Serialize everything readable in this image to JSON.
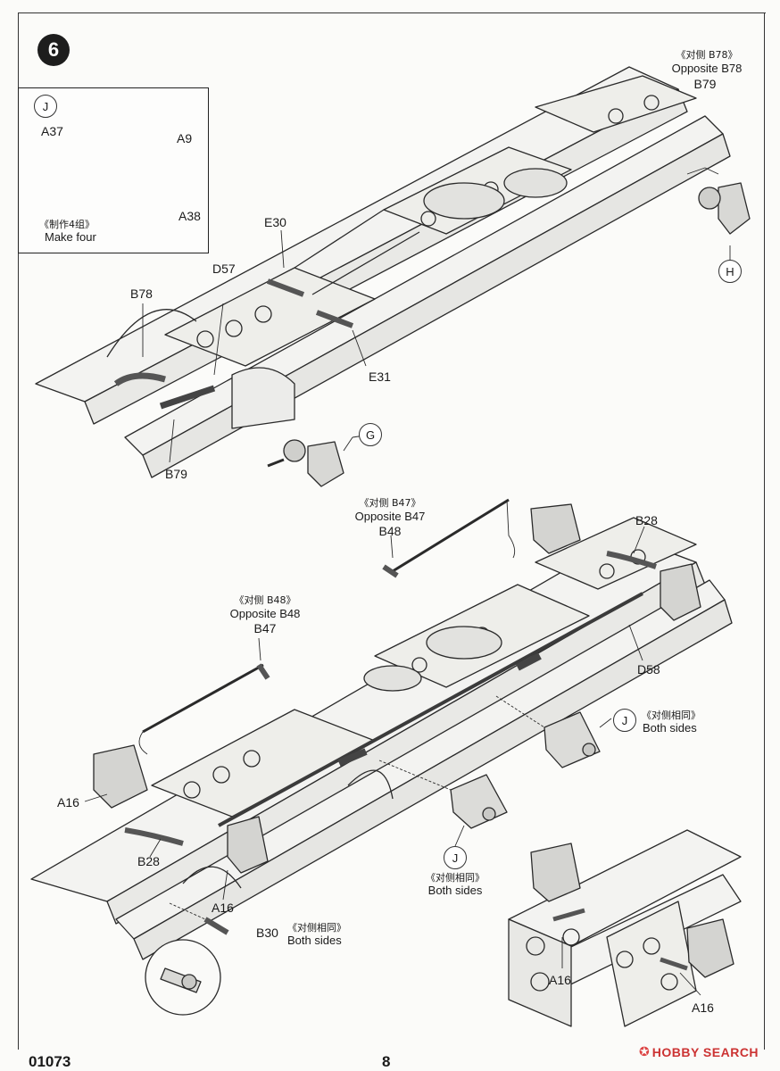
{
  "step": {
    "number": "6"
  },
  "inset": {
    "ref": "J",
    "parts": {
      "a37": "A37",
      "a9": "A9",
      "a38": "A38"
    },
    "note_cn": "《制作4组》",
    "note_en": "Make four"
  },
  "top_assembly": {
    "opposite_cn": "《对侧 B78》",
    "opposite_en": "Opposite B78",
    "b79_top": "B79",
    "ref_h": "H",
    "e30": "E30",
    "d57": "D57",
    "b78": "B78",
    "e31": "E31",
    "ref_g": "G",
    "b79_bottom": "B79"
  },
  "middle_assembly": {
    "opp_b47_cn": "《对侧 B47》",
    "opp_b47_en": "Opposite B47",
    "b48": "B48",
    "b28_top": "B28",
    "opp_b48_cn": "《对侧 B48》",
    "opp_b48_en": "Opposite B48",
    "b47": "B47",
    "d58": "D58",
    "ref_j_right": "J",
    "both_sides_cn_right": "《对侧相同》",
    "both_sides_en_right": "Both sides",
    "a16_left": "A16",
    "b28_bottom": "B28",
    "ref_j_center": "J",
    "both_sides_cn_center": "《对侧相同》",
    "both_sides_en_center": "Both sides",
    "a16_bottom": "A16",
    "b30": "B30",
    "b30_cn": "《对侧相同》",
    "b30_en": "Both sides"
  },
  "detail_view": {
    "a16_left": "A16",
    "a16_right": "A16"
  },
  "footer": {
    "code": "01073",
    "page": "8",
    "watermark": "HOBBY SEARCH"
  }
}
